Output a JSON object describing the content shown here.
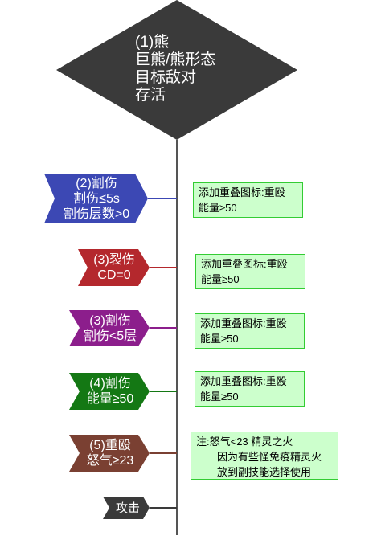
{
  "root": {
    "lines": [
      "(1)熊",
      "巨熊/熊形态",
      "目标敌对",
      "存活"
    ]
  },
  "steps": [
    {
      "lines": [
        "(2)割伤",
        "割伤≤5s",
        "割伤层数>0"
      ],
      "color": "#3c48b4",
      "note": [
        "添加重叠图标:重殴",
        "能量≥50"
      ]
    },
    {
      "lines": [
        "(3)裂伤",
        "CD=0"
      ],
      "color": "#b4282d",
      "note": [
        "添加重叠图标:重殴",
        "能量≥50"
      ]
    },
    {
      "lines": [
        "(3)割伤",
        "割伤<5层"
      ],
      "color": "#8c1e8c",
      "note": [
        "添加重叠图标:重殴",
        "能量≥50"
      ]
    },
    {
      "lines": [
        "(4)割伤",
        "能量≥50"
      ],
      "color": "#147814",
      "note": [
        "添加重叠图标:重殴",
        "能量≥50"
      ]
    },
    {
      "lines": [
        "(5)重殴",
        "怒气≥23"
      ],
      "color": "#7a4032",
      "note": [
        "注:怒气<23 精灵之火",
        "因为有些怪免疫精灵火",
        "放到副技能选择使用"
      ]
    },
    {
      "lines": [
        "攻击"
      ],
      "color": "#3a3a3a",
      "note": []
    }
  ]
}
